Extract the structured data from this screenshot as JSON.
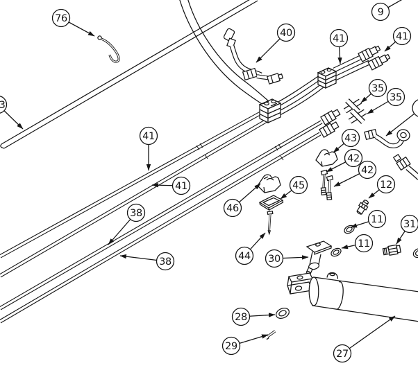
{
  "diagram": {
    "type": "exploded-parts-diagram",
    "background_color": "#ffffff",
    "line_color": "#161616",
    "callouts": [
      {
        "id": "callout-76",
        "label": "76"
      },
      {
        "id": "callout-9",
        "label": "9"
      },
      {
        "id": "callout-3-partial-left-edge",
        "label": "3",
        "partial": true
      },
      {
        "id": "callout-40",
        "label": "40"
      },
      {
        "id": "callout-41-top",
        "label": "41"
      },
      {
        "id": "callout-41-top-right",
        "label": "41"
      },
      {
        "id": "callout-35-upper",
        "label": "35"
      },
      {
        "id": "callout-35-lower",
        "label": "35"
      },
      {
        "id": "callout-partial-right-edge",
        "label": "",
        "partial": true
      },
      {
        "id": "callout-41-tube-upper",
        "label": "41"
      },
      {
        "id": "callout-41-tube-lower",
        "label": "41"
      },
      {
        "id": "callout-38-upper",
        "label": "38"
      },
      {
        "id": "callout-38-lower",
        "label": "38"
      },
      {
        "id": "callout-43",
        "label": "43"
      },
      {
        "id": "callout-42-upper",
        "label": "42"
      },
      {
        "id": "callout-42-lower",
        "label": "42"
      },
      {
        "id": "callout-12",
        "label": "12"
      },
      {
        "id": "callout-11-upper",
        "label": "11"
      },
      {
        "id": "callout-11-lower",
        "label": "11"
      },
      {
        "id": "callout-31",
        "label": "31"
      },
      {
        "id": "callout-46",
        "label": "46"
      },
      {
        "id": "callout-45",
        "label": "45"
      },
      {
        "id": "callout-44",
        "label": "44"
      },
      {
        "id": "callout-30",
        "label": "30"
      },
      {
        "id": "callout-28",
        "label": "28"
      },
      {
        "id": "callout-29",
        "label": "29"
      },
      {
        "id": "callout-27",
        "label": "27"
      }
    ]
  }
}
